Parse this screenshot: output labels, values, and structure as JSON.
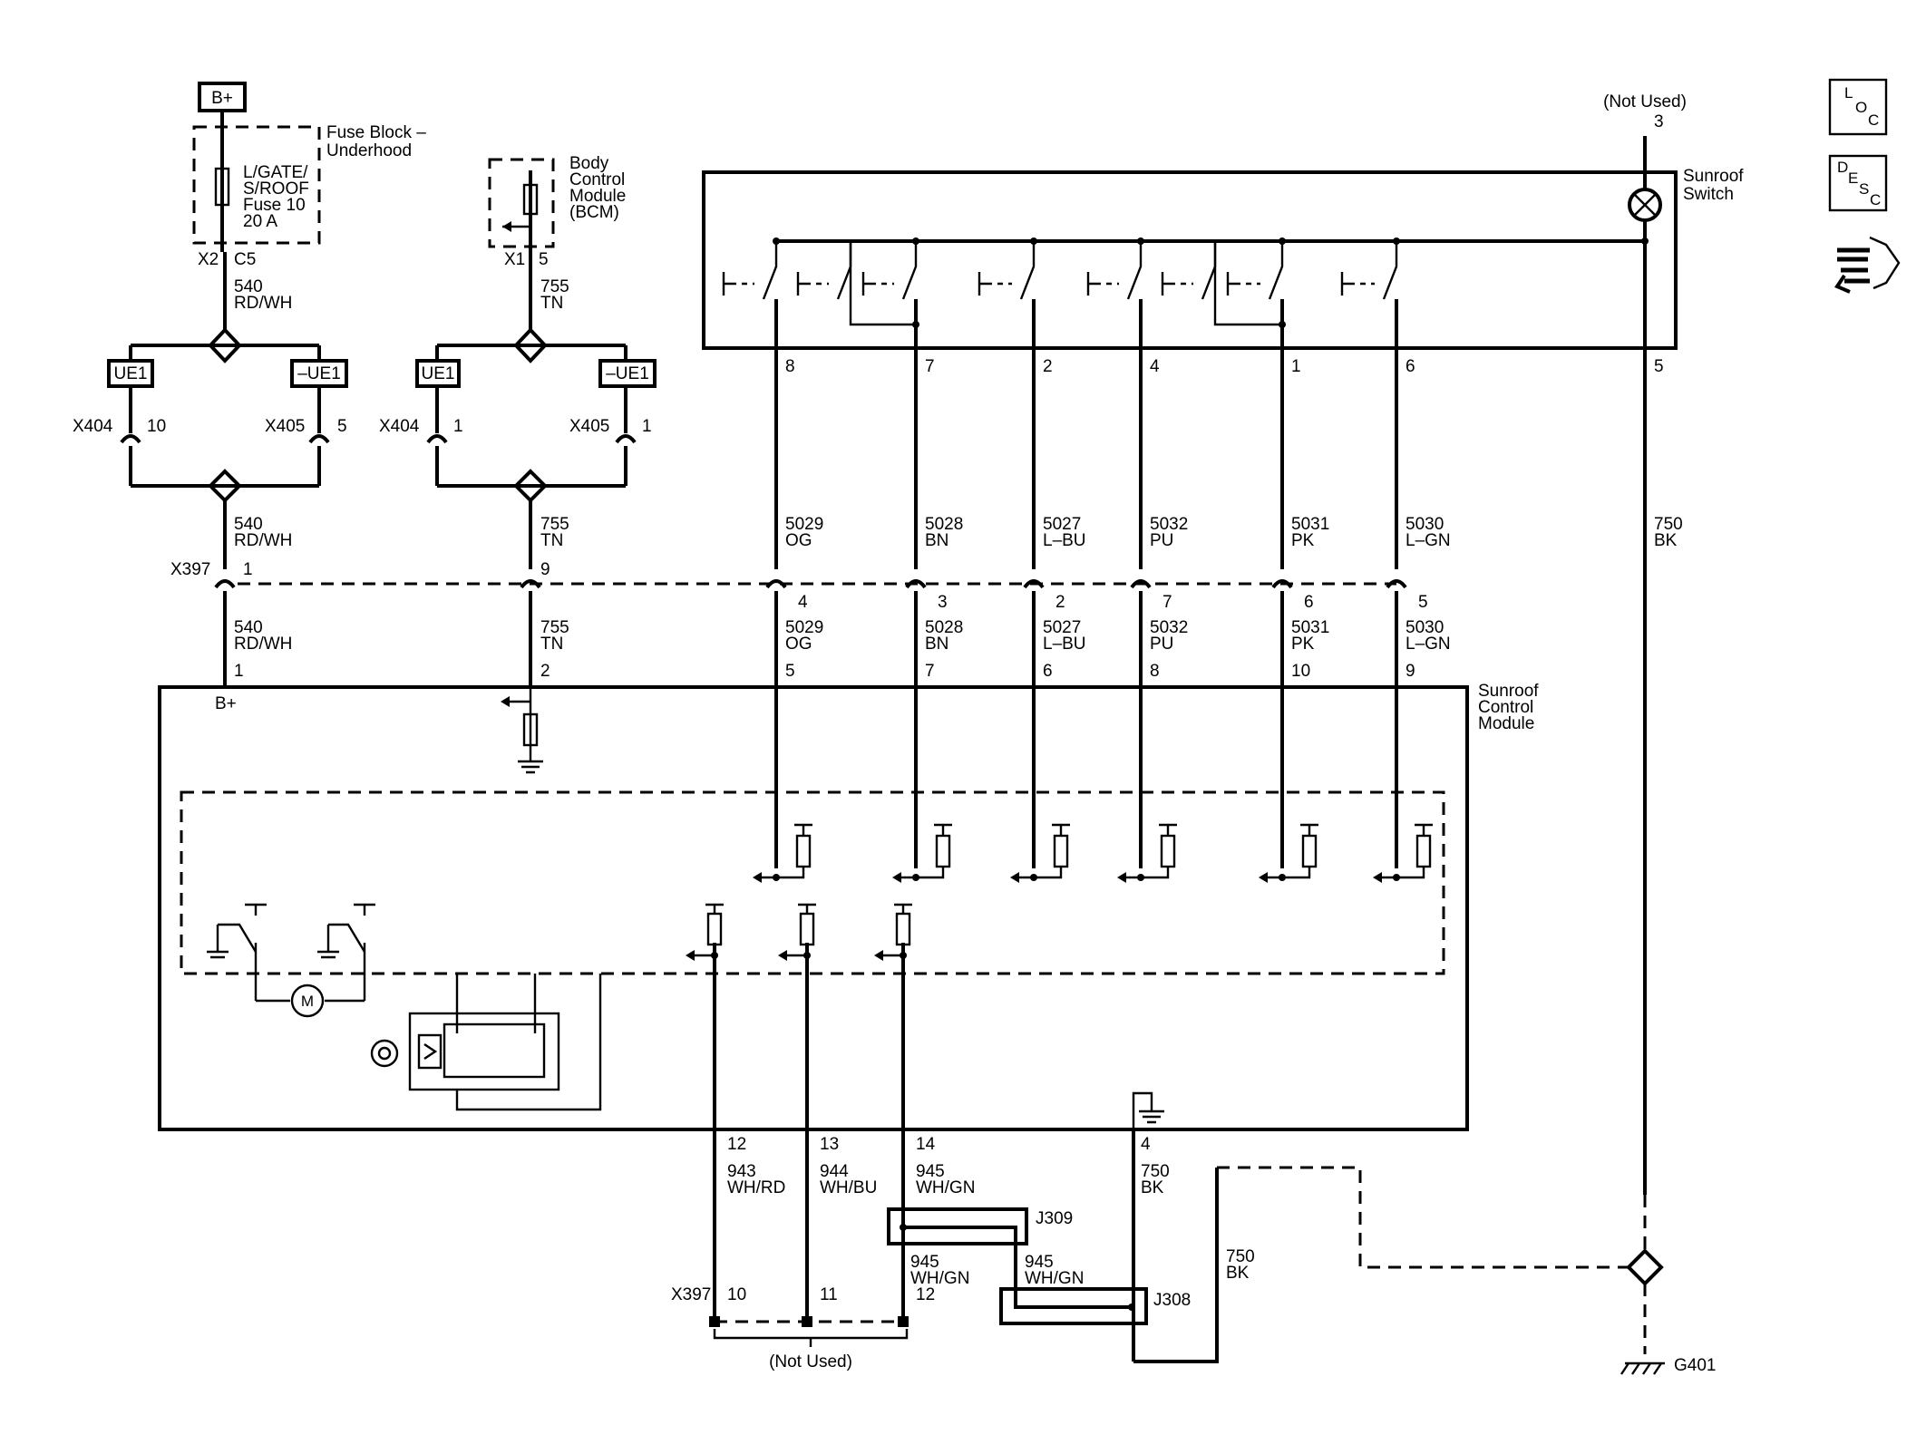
{
  "fuse_block": {
    "b_plus": "B+",
    "title_line1": "Fuse Block –",
    "title_line2": "Underhood",
    "fuse_line1": "L/GATE/",
    "fuse_line2": "S/ROOF",
    "fuse_line3": "Fuse 10",
    "fuse_line4": "20 A",
    "connector": "X2",
    "pin": "C5"
  },
  "bcm": {
    "line1": "Body",
    "line2": "Control",
    "line3": "Module",
    "line4": "(BCM)",
    "connector": "X1",
    "pin": "5"
  },
  "circuit_540": {
    "num": "540",
    "color": "RD/WH"
  },
  "circuit_755": {
    "num": "755",
    "color": "TN"
  },
  "options": {
    "ue1": "UE1",
    "not_ue1": "–UE1"
  },
  "inline_connectors": {
    "x404": "X404",
    "x405": "X405",
    "x397": "X397",
    "x404_pin_540": "10",
    "x405_pin_540": "5",
    "x404_pin_755": "1",
    "x405_pin_755": "1"
  },
  "sunroof_switch": {
    "line1": "Sunroof",
    "line2": "Switch",
    "not_used": "(Not Used)",
    "top_pin": "3",
    "pins": [
      "8",
      "7",
      "2",
      "4",
      "1",
      "6",
      "5"
    ]
  },
  "switch_wires": [
    {
      "num": "5029",
      "color": "OG",
      "x397_pin": "4",
      "module_pin": "5"
    },
    {
      "num": "5028",
      "color": "BN",
      "x397_pin": "3",
      "module_pin": "7"
    },
    {
      "num": "5027",
      "color": "L–BU",
      "x397_pin": "2",
      "module_pin": "6"
    },
    {
      "num": "5032",
      "color": "PU",
      "x397_pin": "7",
      "module_pin": "8"
    },
    {
      "num": "5031",
      "color": "PK",
      "x397_pin": "6",
      "module_pin": "10"
    },
    {
      "num": "5030",
      "color": "L–GN",
      "x397_pin": "5",
      "module_pin": "9"
    }
  ],
  "x397_pins_left": {
    "p540": "1",
    "p755": "9"
  },
  "ground_750": {
    "num": "750",
    "color": "BK"
  },
  "module": {
    "line1": "Sunroof",
    "line2": "Control",
    "line3": "Module",
    "bplus": "B+",
    "pin_bplus": "1",
    "pin_755": "2",
    "motor": "M"
  },
  "lower_wires": [
    {
      "pin": "12",
      "num": "943",
      "color": "WH/RD",
      "x397_pin": "10"
    },
    {
      "pin": "13",
      "num": "944",
      "color": "WH/BU",
      "x397_pin": "11"
    },
    {
      "pin": "14",
      "num": "945",
      "color": "WH/GN",
      "x397_pin": "12"
    }
  ],
  "ground_pin": "4",
  "splices": {
    "j309": "J309",
    "j308": "J308"
  },
  "not_used_bottom": "(Not Used)",
  "ground_id": "G401",
  "side_icons": {
    "loc": [
      "L",
      "O",
      "C"
    ],
    "desc": [
      "D",
      "E",
      "S",
      "C"
    ]
  }
}
